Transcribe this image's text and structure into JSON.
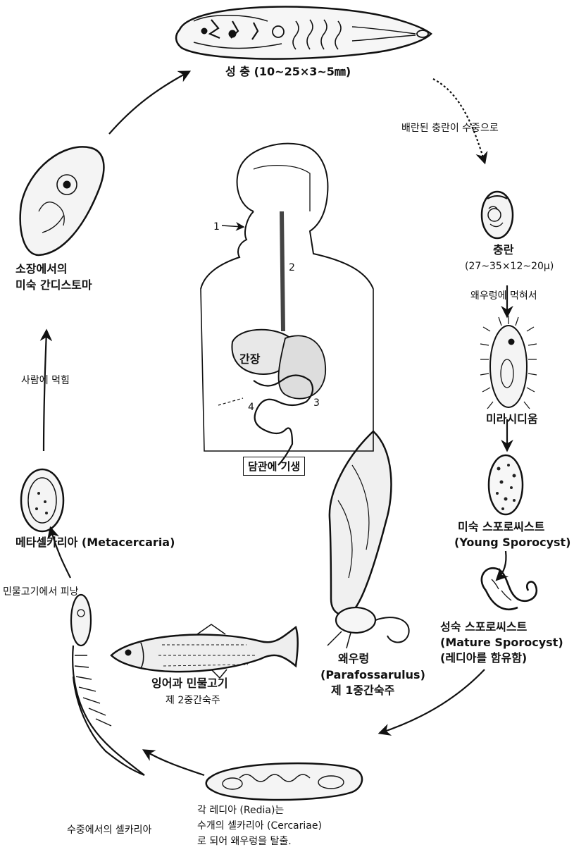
{
  "stages": {
    "adult": "성 충 (10~25×3~5㎜)",
    "egg_to_water": "배란된 충란이 수중으로",
    "egg_name": "충란",
    "egg_size": "(27~35×12~20μ)",
    "egg_eaten": "왜우렁에 먹혀서",
    "miracidium": "미라시디움",
    "young_sporocyst_ko": "미숙 스포로씨스트",
    "young_sporocyst_en": "(Young Sporocyst)",
    "mature_sporocyst_ko": "성숙 스포로씨스트",
    "mature_sporocyst_en": "(Mature Sporocyst)",
    "mature_sporocyst_note": "(레디아를 함유함)",
    "snail_ko": "왜우렁",
    "snail_en": "(Parafossarulus)",
    "snail_role": "제 1중간숙주",
    "redia_line1": "각 레디아 (Redia)는",
    "redia_line2": "수개의 셀카리아 (Cercariae)",
    "redia_line3": "로 되어 왜우렁을 탈출.",
    "cercaria_water": "수중에서의 셀카리아",
    "fish_ko": "잉어과 민물고기",
    "fish_role": "제 2중간숙주",
    "fish_encyst": "민물고기에서 피낭",
    "metacercaria": "메타셀카리아 (Metacercaria)",
    "human_eaten": "사람에 먹힘",
    "juvenile_line1": "소장에서의",
    "juvenile_line2": "미숙 간디스토마",
    "liver": "간장",
    "bile_duct": "담관에 기생",
    "fig_num_1": "1",
    "fig_num_2": "2",
    "fig_num_3": "3",
    "fig_num_4": "4"
  }
}
